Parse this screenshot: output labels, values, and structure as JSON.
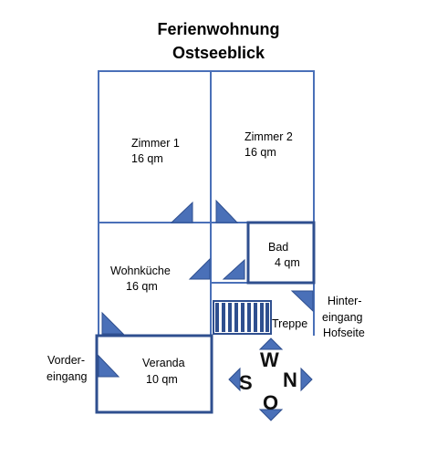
{
  "title": {
    "line1": "Ferienwohnung",
    "line2": "Ostseeblick"
  },
  "colors": {
    "wall": "#4a70b8",
    "wall_dark": "#2f4f8f",
    "door": "#4a70b8",
    "stair": "#2f4f8f"
  },
  "rooms": {
    "zimmer1": {
      "name": "Zimmer 1",
      "area": "16 qm"
    },
    "zimmer2": {
      "name": "Zimmer 2",
      "area": "16 qm"
    },
    "bad": {
      "name": "Bad",
      "area": "4 qm"
    },
    "wohnkueche": {
      "name": "Wohnküche",
      "area": "16 qm"
    },
    "veranda": {
      "name": "Veranda",
      "area": "10 qm"
    }
  },
  "labels": {
    "treppe": "Treppe",
    "vorder_line1": "Vorder-",
    "vorder_line2": "eingang",
    "hinter_line1": "Hinter-",
    "hinter_line2": "eingang",
    "hinter_line3": "Hofseite"
  },
  "compass": {
    "top": "W",
    "right": "N",
    "left": "S",
    "bottom": "O"
  }
}
